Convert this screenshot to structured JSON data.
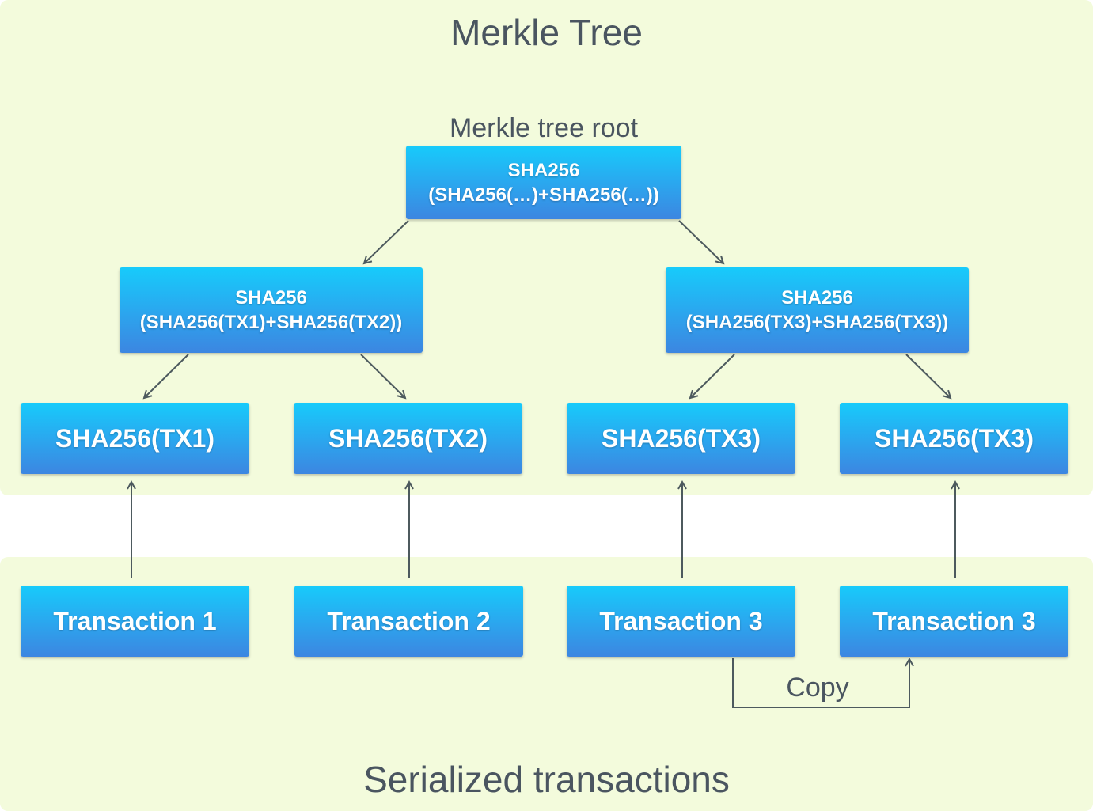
{
  "title": "Merkle Tree",
  "root": {
    "label": "Merkle tree root",
    "line1": "SHA256",
    "line2": "(SHA256(…)+SHA256(…))"
  },
  "level1": [
    {
      "line1": "SHA256",
      "line2": "(SHA256(TX1)+SHA256(TX2))"
    },
    {
      "line1": "SHA256",
      "line2": "(SHA256(TX3)+SHA256(TX3))"
    }
  ],
  "hashes": [
    "SHA256(TX1)",
    "SHA256(TX2)",
    "SHA256(TX3)",
    "SHA256(TX3)"
  ],
  "transactions": [
    "Transaction 1",
    "Transaction 2",
    "Transaction 3",
    "Transaction 3"
  ],
  "copy_label": "Copy",
  "footer": "Serialized transactions",
  "colors": {
    "panel_background": "#f3fbdc",
    "box_top": "#17cbfb",
    "box_bottom": "#3c86e1",
    "text_dark": "#4a5560",
    "connector": "#4d5a5e"
  }
}
